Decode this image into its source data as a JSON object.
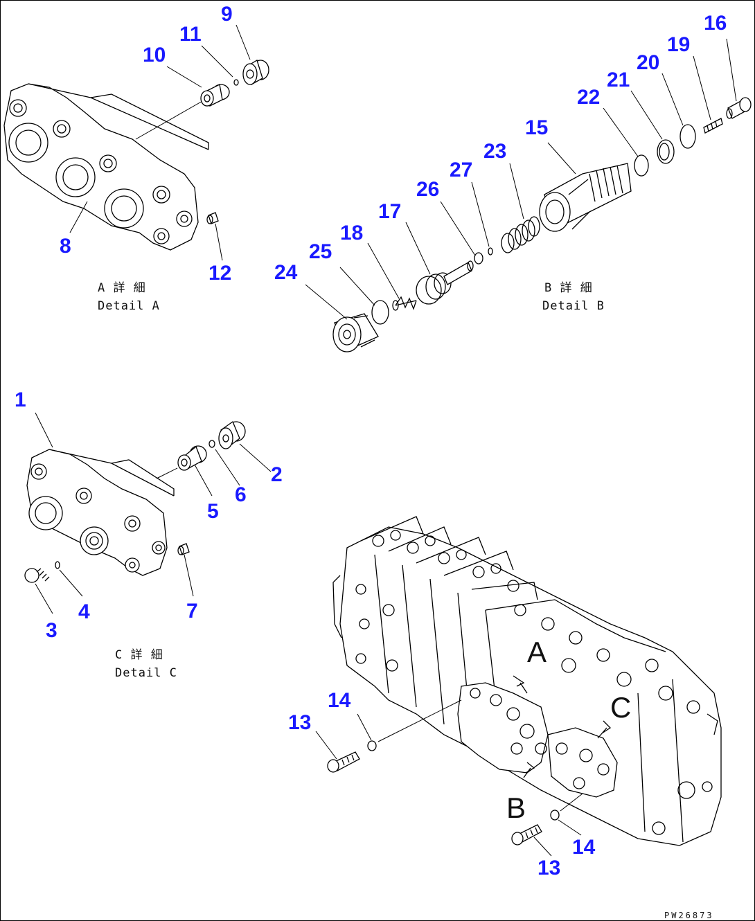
{
  "captions": {
    "detail_a_jp": "A 詳 細",
    "detail_a_en": "Detail A",
    "detail_b_jp": "B 詳 細",
    "detail_b_en": "Detail B",
    "detail_c_jp": "C 詳 細",
    "detail_c_en": "Detail C"
  },
  "view_letters": {
    "a": "A",
    "b": "B",
    "c": "C"
  },
  "drawing_code": "PW26873",
  "callouts": [
    "1",
    "2",
    "3",
    "4",
    "5",
    "6",
    "7",
    "8",
    "9",
    "10",
    "11",
    "12",
    "13",
    "14",
    "15",
    "16",
    "17",
    "18",
    "19",
    "20",
    "21",
    "22",
    "23",
    "24",
    "25",
    "26",
    "27"
  ],
  "callout_color": "#1a1aff"
}
